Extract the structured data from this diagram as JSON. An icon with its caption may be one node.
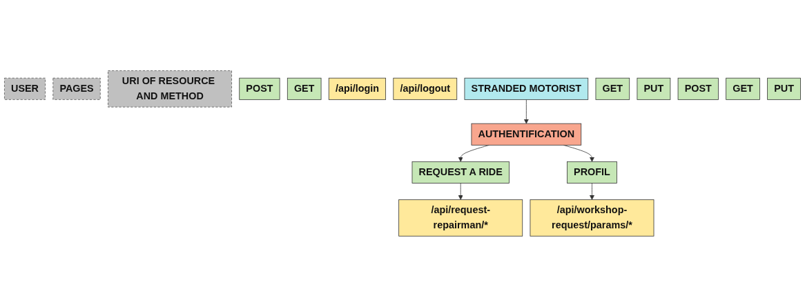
{
  "diagram": {
    "nodes": [
      {
        "text": [
          "USER"
        ]
      },
      {
        "text": [
          "PAGES"
        ]
      },
      {
        "text": [
          "URI OF RESOURCE AND METHOD"
        ]
      },
      {
        "text": [
          "POST"
        ]
      },
      {
        "text": [
          "GET"
        ]
      },
      {
        "text": [
          "/api/login"
        ]
      },
      {
        "text": [
          "/api/logout"
        ]
      },
      {
        "text": [
          "STRANDED MOTORIST"
        ]
      },
      {
        "text": [
          "AUTHENTIFICATION"
        ]
      },
      {
        "text": [
          "REQUEST A RIDE"
        ]
      },
      {
        "text": [
          "/api/request-repairman/*"
        ]
      },
      {
        "text": [
          "GET"
        ]
      },
      {
        "text": [
          "PUT"
        ]
      },
      {
        "text": [
          "POST"
        ]
      },
      {
        "text": [
          "PROFIL"
        ]
      },
      {
        "text": [
          "/api/workshop-request/params/*"
        ]
      },
      {
        "text": [
          "GET"
        ]
      },
      {
        "text": [
          "PUT"
        ]
      }
    ],
    "edges": [
      {
        "from": 7,
        "to": 8,
        "arrow": "to"
      },
      {
        "from": 8,
        "to": 9,
        "arrow": "to"
      },
      {
        "from": 8,
        "to": 14,
        "arrow": "to"
      },
      {
        "from": 9,
        "to": 10,
        "arrow": "to"
      },
      {
        "from": 14,
        "to": 15,
        "arrow": "to"
      }
    ]
  }
}
